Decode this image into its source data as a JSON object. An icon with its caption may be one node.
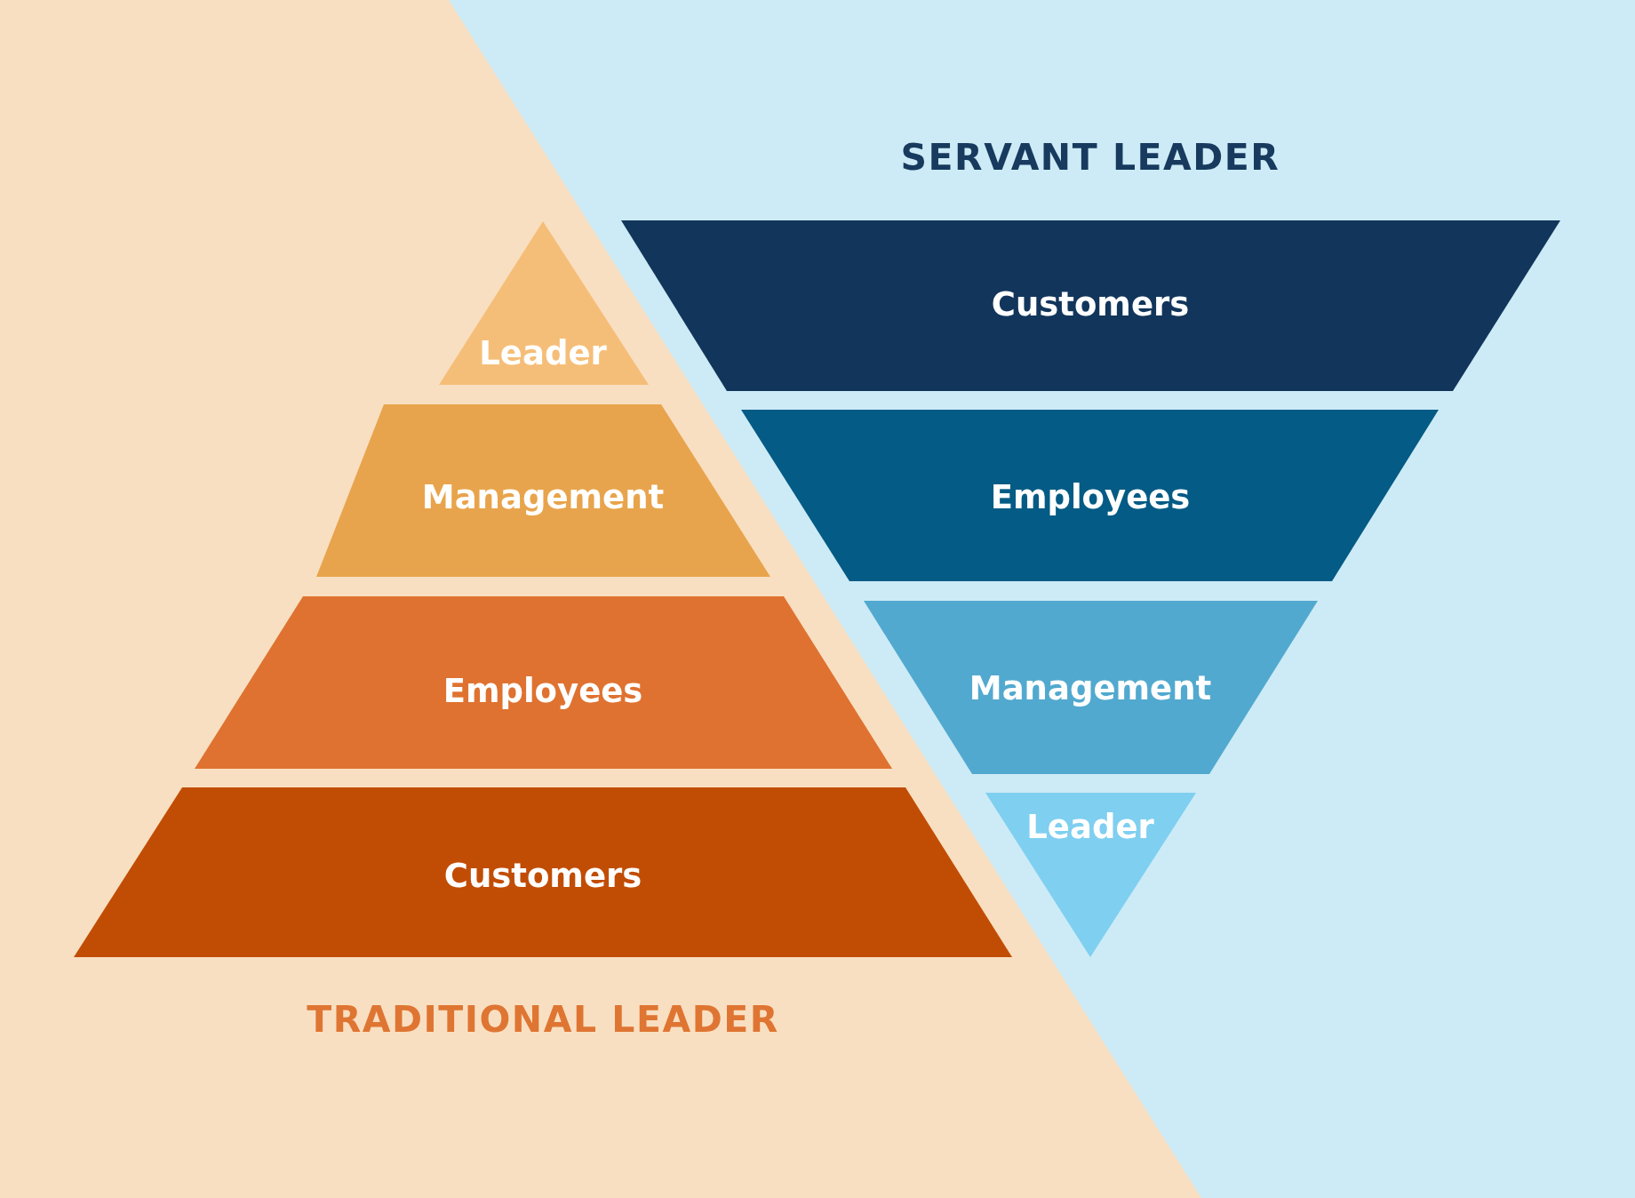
{
  "diagram": {
    "nodes": [
      {
        "text": [
          "Leader"
        ]
      },
      {
        "text": [
          "Management"
        ]
      },
      {
        "text": [
          "Employees"
        ]
      },
      {
        "text": [
          "Customers"
        ]
      },
      {
        "text": [
          "Customers"
        ]
      },
      {
        "text": [
          "Employees"
        ]
      },
      {
        "text": [
          "Management"
        ]
      },
      {
        "text": [
          "Leader"
        ]
      }
    ],
    "labels": [
      "SERVANT LEADER",
      "TRADITIONAL LEADER"
    ]
  }
}
